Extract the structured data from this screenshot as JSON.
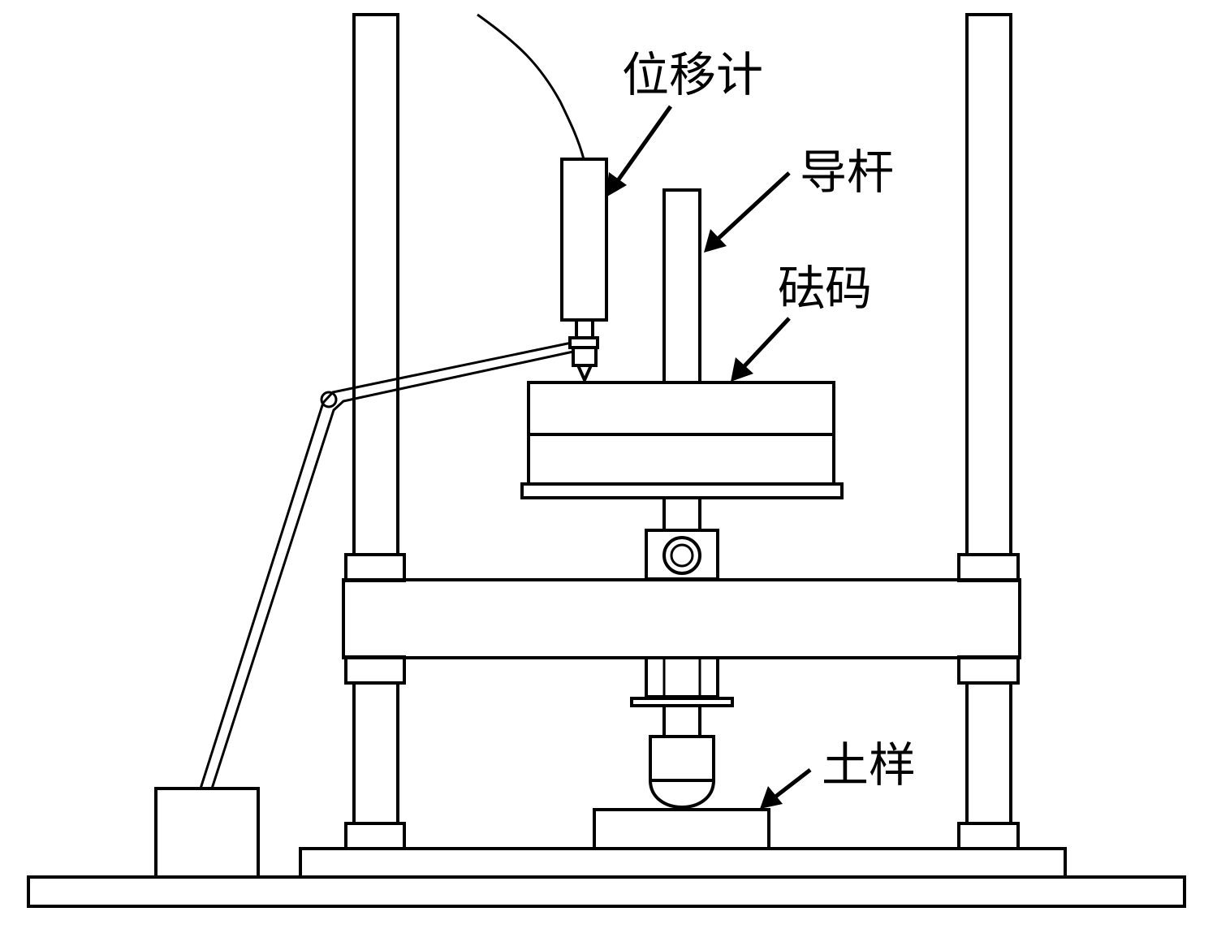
{
  "labels": {
    "displacement_meter": "位移计",
    "guide_rod": "导杆",
    "weight": "砝码",
    "soil_sample": "土样"
  },
  "colors": {
    "stroke": "#000000",
    "background": "#ffffff"
  }
}
